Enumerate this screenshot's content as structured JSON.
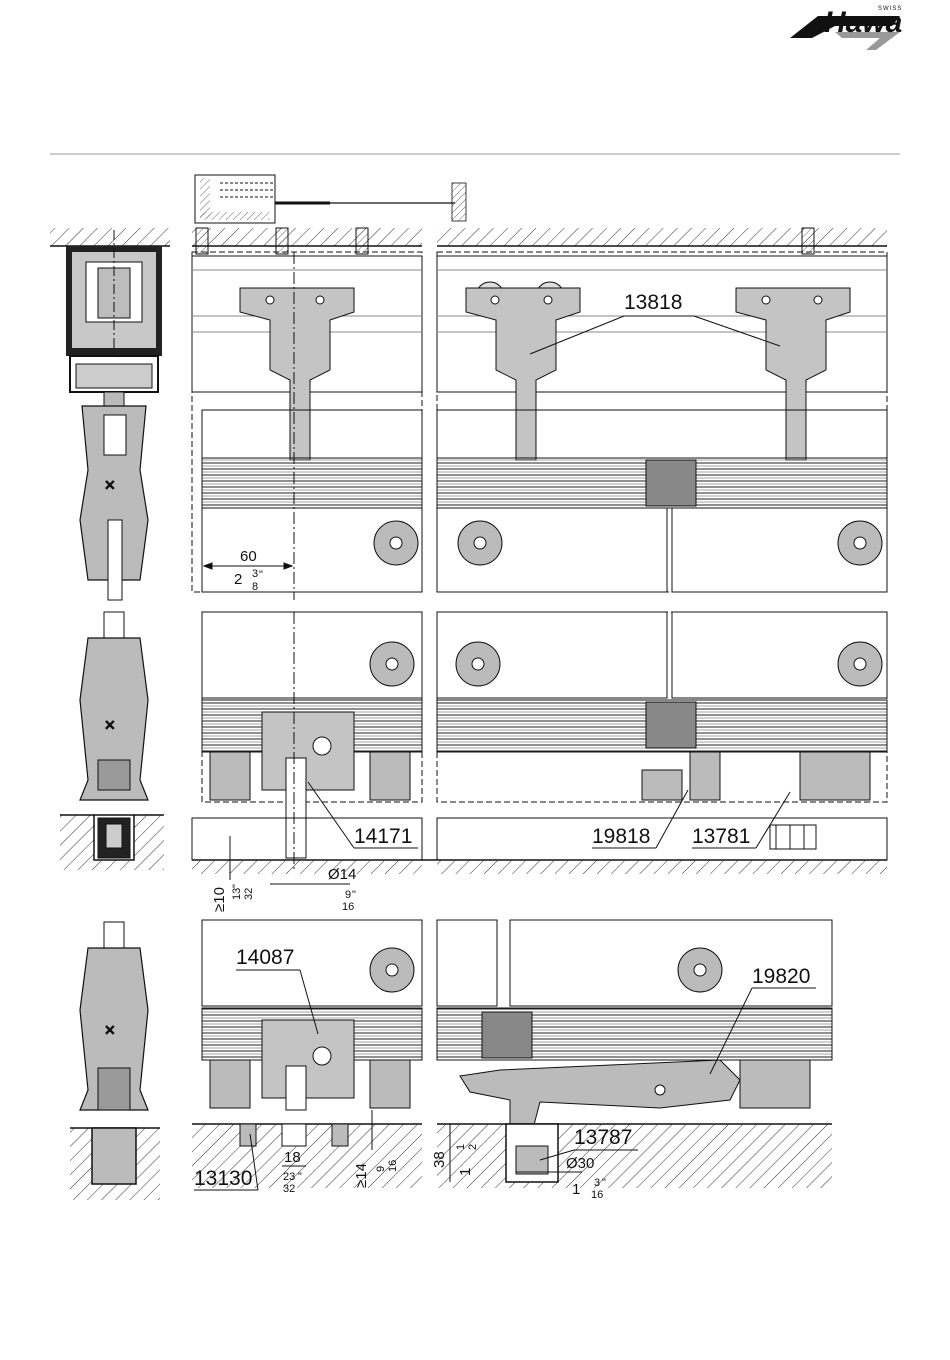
{
  "brand": {
    "name": "Hawa",
    "tag": "SWISS"
  },
  "parts": {
    "p13818": "13818",
    "p14171": "14171",
    "p19818": "19818",
    "p13781": "13781",
    "p14087": "14087",
    "p19820": "19820",
    "p13130": "13130",
    "p13787": "13787"
  },
  "dims": {
    "d60": "60",
    "d60_in_whole": "2",
    "d60_in_num": "3",
    "d60_in_den": "8",
    "d60_in_mark": "\"",
    "d10": "≥10",
    "d10_in_num": "13",
    "d10_in_den": "32",
    "d10_in_mark": "\"",
    "d14dia": "Ø14",
    "d14_in_num": "9",
    "d14_in_den": "16",
    "d14_in_mark": "\"",
    "d18": "18",
    "d18_in_num": "23",
    "d18_in_den": "32",
    "d18_in_mark": "\"",
    "d14": "≥14",
    "d14b_in_num": "9",
    "d14b_in_den": "16",
    "d38": "38",
    "d38_in_whole": "1",
    "d38_in_num": "1",
    "d38_in_den": "2",
    "d30dia": "Ø30",
    "d30_in_whole": "1",
    "d30_in_num": "3",
    "d30_in_den": "16",
    "d30_in_mark": "\""
  }
}
